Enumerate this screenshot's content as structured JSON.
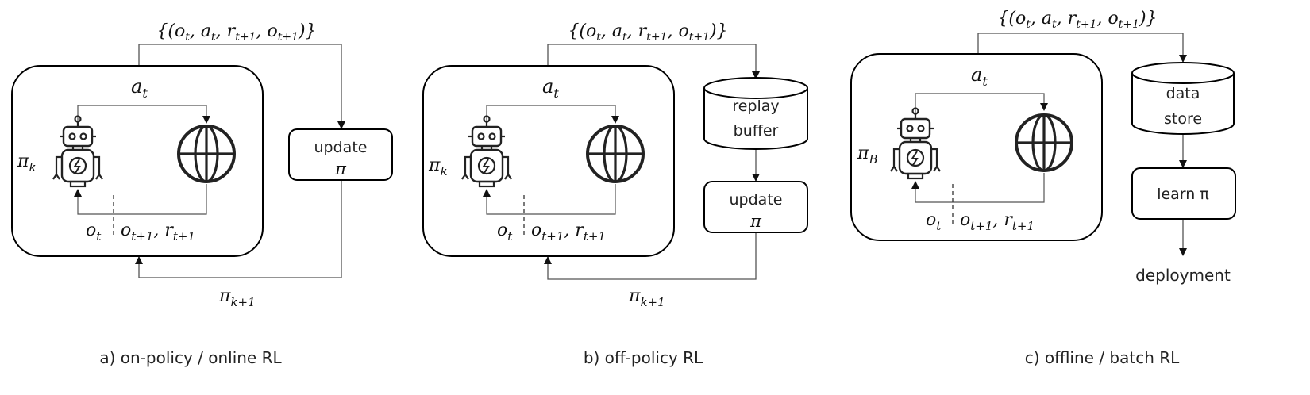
{
  "panels": [
    {
      "caption": "a) on-policy / online RL",
      "transitions": "{(o_t, a_t, r_{t+1}, o_{t+1})}",
      "action": "a_t",
      "policy": "π_k",
      "observation": "o_t",
      "next_obs_reward": "o_{t+1}, r_{t+1}",
      "update_line1": "update",
      "update_line2": "π",
      "next_policy": "π_{k+1}"
    },
    {
      "caption": "b) off-policy RL",
      "transitions": "{(o_t, a_t, r_{t+1}, o_{t+1})}",
      "action": "a_t",
      "policy": "π_k",
      "observation": "o_t",
      "next_obs_reward": "o_{t+1}, r_{t+1}",
      "buffer_line1": "replay",
      "buffer_line2": "buffer",
      "update_line1": "update",
      "update_line2": "π",
      "next_policy": "π_{k+1}"
    },
    {
      "caption": "c) offline / batch RL",
      "transitions": "{(o_t, a_t, r_{t+1}, o_{t+1})}",
      "action": "a_t",
      "policy": "π_B",
      "observation": "o_t",
      "next_obs_reward": "o_{t+1}, r_{t+1}",
      "store_line1": "data",
      "store_line2": "store",
      "learn": "learn π",
      "deployment": "deployment"
    }
  ],
  "icons": [
    "robot-icon",
    "globe-icon"
  ]
}
